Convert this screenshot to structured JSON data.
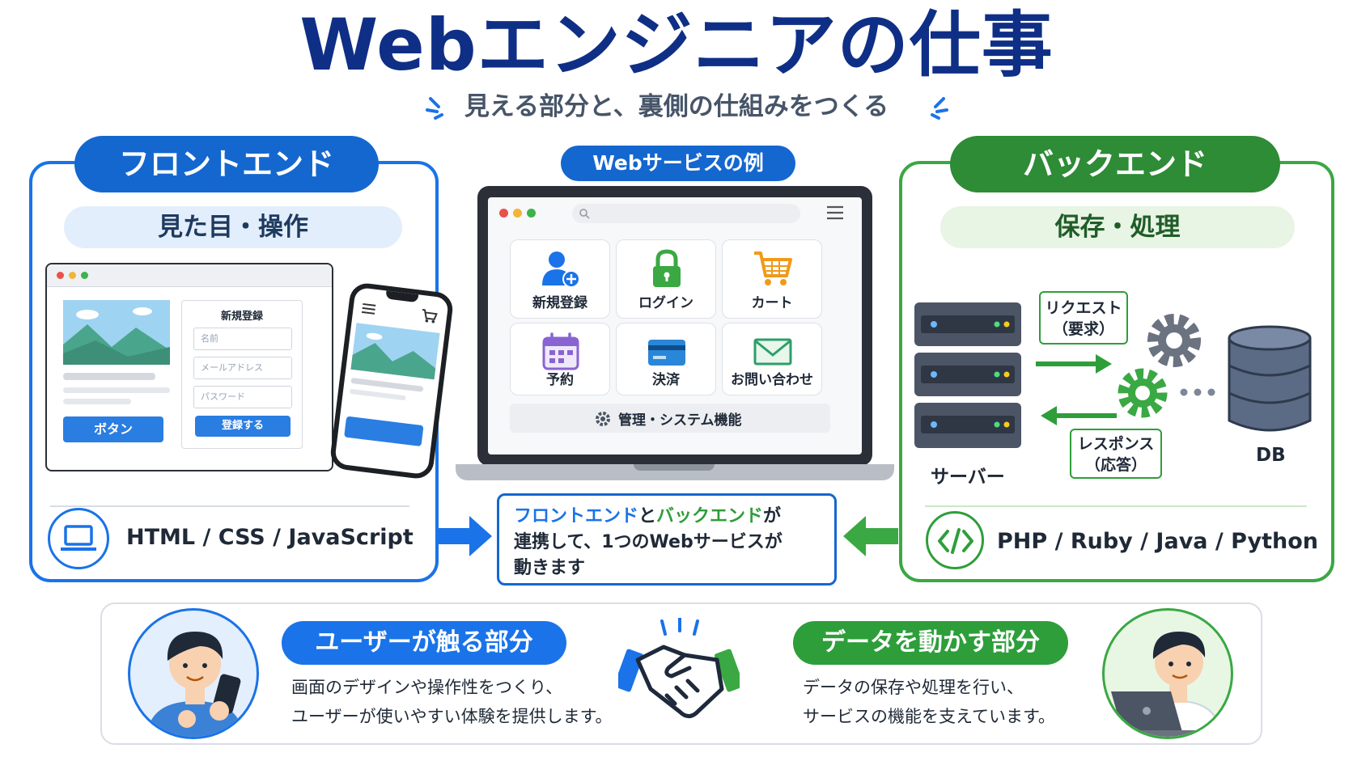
{
  "title": "Webエンジニアの仕事",
  "subtitle": "見える部分と、裏側の仕組みをつくる",
  "frontend": {
    "heading": "フロントエンド",
    "sub": "見た目・操作",
    "form_title": "新規登録",
    "field_name": "名前",
    "field_email": "メールアドレス",
    "field_password": "パスワード",
    "register_button": "登録する",
    "sample_button": "ボタン",
    "tech": "HTML / CSS / JavaScript"
  },
  "center": {
    "heading": "Webサービスの例",
    "tiles": [
      "新規登録",
      "ログイン",
      "カート",
      "予約",
      "決済",
      "お問い合わせ"
    ],
    "admin": "管理・システム機能",
    "callout_front": "フロントエンド",
    "callout_to": "と",
    "callout_back": "バックエンド",
    "callout_ga": "が",
    "callout_line2": "連携して、1つのWebサービスが",
    "callout_line3": "動きます"
  },
  "backend": {
    "heading": "バックエンド",
    "sub": "保存・処理",
    "request_line1": "リクエスト",
    "request_line2": "（要求）",
    "response_line1": "レスポンス",
    "response_line2": "（応答）",
    "server_label": "サーバー",
    "db_label": "DB",
    "tech": "PHP / Ruby / Java / Python"
  },
  "bottom": {
    "user_heading": "ユーザーが触る部分",
    "user_line1": "画面のデザインや操作性をつくり、",
    "user_line2": "ユーザーが使いやすい体験を提供します。",
    "data_heading": "データを動かす部分",
    "data_line1": "データの保存や処理を行い、",
    "data_line2": "サービスの機能を支えています。"
  },
  "colors": {
    "title": "#0f2f86",
    "front_blue": "#1467cf",
    "back_green": "#2e8b36"
  }
}
